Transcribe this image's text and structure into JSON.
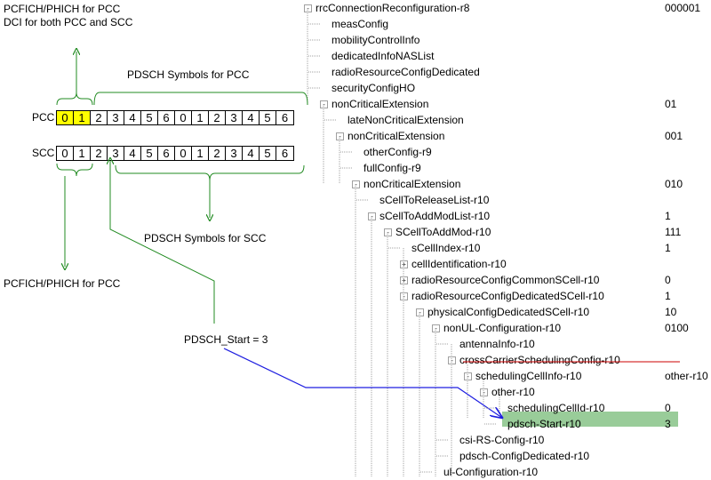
{
  "diagram": {
    "top_label_line1": "PCFICH/PHICH  for PCC",
    "top_label_line2": "DCI for both PCC and SCC",
    "pdsch_pcc_label": "PDSCH Symbols  for PCC",
    "pcc_row_label": "PCC",
    "scc_row_label": "SCC",
    "pcc_cells": [
      "0",
      "1",
      "2",
      "3",
      "4",
      "5",
      "6",
      "0",
      "1",
      "2",
      "3",
      "4",
      "5",
      "6"
    ],
    "scc_cells": [
      "0",
      "1",
      "2",
      "3",
      "4",
      "5",
      "6",
      "0",
      "1",
      "2",
      "3",
      "4",
      "5",
      "6"
    ],
    "pdsch_scc_label": "PDSCH Symbols for SCC",
    "bottom_left_label": "PCFICH/PHICH  for PCC",
    "pdsch_start_label": "PDSCH_Start = 3",
    "colors": {
      "highlight_cell": "#ffff00",
      "bracket": "#228b22",
      "pointer": "#1f1fe0",
      "underline": "#cc0000",
      "selected_row": "#99cc99"
    }
  },
  "tree": {
    "nodes": [
      {
        "label": "rrcConnectionReconfiguration-r8",
        "value": "000001",
        "expander": "-"
      },
      {
        "label": "measConfig",
        "value": "",
        "expander": ""
      },
      {
        "label": "mobilityControlInfo",
        "value": "",
        "expander": ""
      },
      {
        "label": "dedicatedInfoNASList",
        "value": "",
        "expander": ""
      },
      {
        "label": "radioResourceConfigDedicated",
        "value": "",
        "expander": ""
      },
      {
        "label": "securityConfigHO",
        "value": "",
        "expander": ""
      },
      {
        "label": "nonCriticalExtension",
        "value": "01",
        "expander": "-"
      },
      {
        "label": "lateNonCriticalExtension",
        "value": "",
        "expander": ""
      },
      {
        "label": "nonCriticalExtension",
        "value": "001",
        "expander": "-"
      },
      {
        "label": "otherConfig-r9",
        "value": "",
        "expander": ""
      },
      {
        "label": "fullConfig-r9",
        "value": "",
        "expander": ""
      },
      {
        "label": "nonCriticalExtension",
        "value": "010",
        "expander": "-"
      },
      {
        "label": "sCellToReleaseList-r10",
        "value": "",
        "expander": ""
      },
      {
        "label": "sCellToAddModList-r10",
        "value": "1",
        "expander": "-"
      },
      {
        "label": "SCellToAddMod-r10",
        "value": "111",
        "expander": "-"
      },
      {
        "label": "sCellIndex-r10",
        "value": "1",
        "expander": ""
      },
      {
        "label": "cellIdentification-r10",
        "value": "",
        "expander": "+"
      },
      {
        "label": "radioResourceConfigCommonSCell-r10",
        "value": "0",
        "expander": "+"
      },
      {
        "label": "radioResourceConfigDedicatedSCell-r10",
        "value": "1",
        "expander": "-"
      },
      {
        "label": "physicalConfigDedicatedSCell-r10",
        "value": "10",
        "expander": "-"
      },
      {
        "label": "nonUL-Configuration-r10",
        "value": "0100",
        "expander": "-"
      },
      {
        "label": "antennaInfo-r10",
        "value": "",
        "expander": ""
      },
      {
        "label": "crossCarrierSchedulingConfig-r10",
        "value": "",
        "expander": "-"
      },
      {
        "label": "schedulingCellInfo-r10",
        "value": "other-r10",
        "expander": "-"
      },
      {
        "label": "other-r10",
        "value": "",
        "expander": "-"
      },
      {
        "label": "schedulingCellId-r10",
        "value": "0",
        "expander": ""
      },
      {
        "label": "pdsch-Start-r10",
        "value": "3",
        "expander": ""
      },
      {
        "label": "csi-RS-Config-r10",
        "value": "",
        "expander": ""
      },
      {
        "label": "pdsch-ConfigDedicated-r10",
        "value": "",
        "expander": ""
      },
      {
        "label": "ul-Configuration-r10",
        "value": "",
        "expander": ""
      }
    ]
  }
}
